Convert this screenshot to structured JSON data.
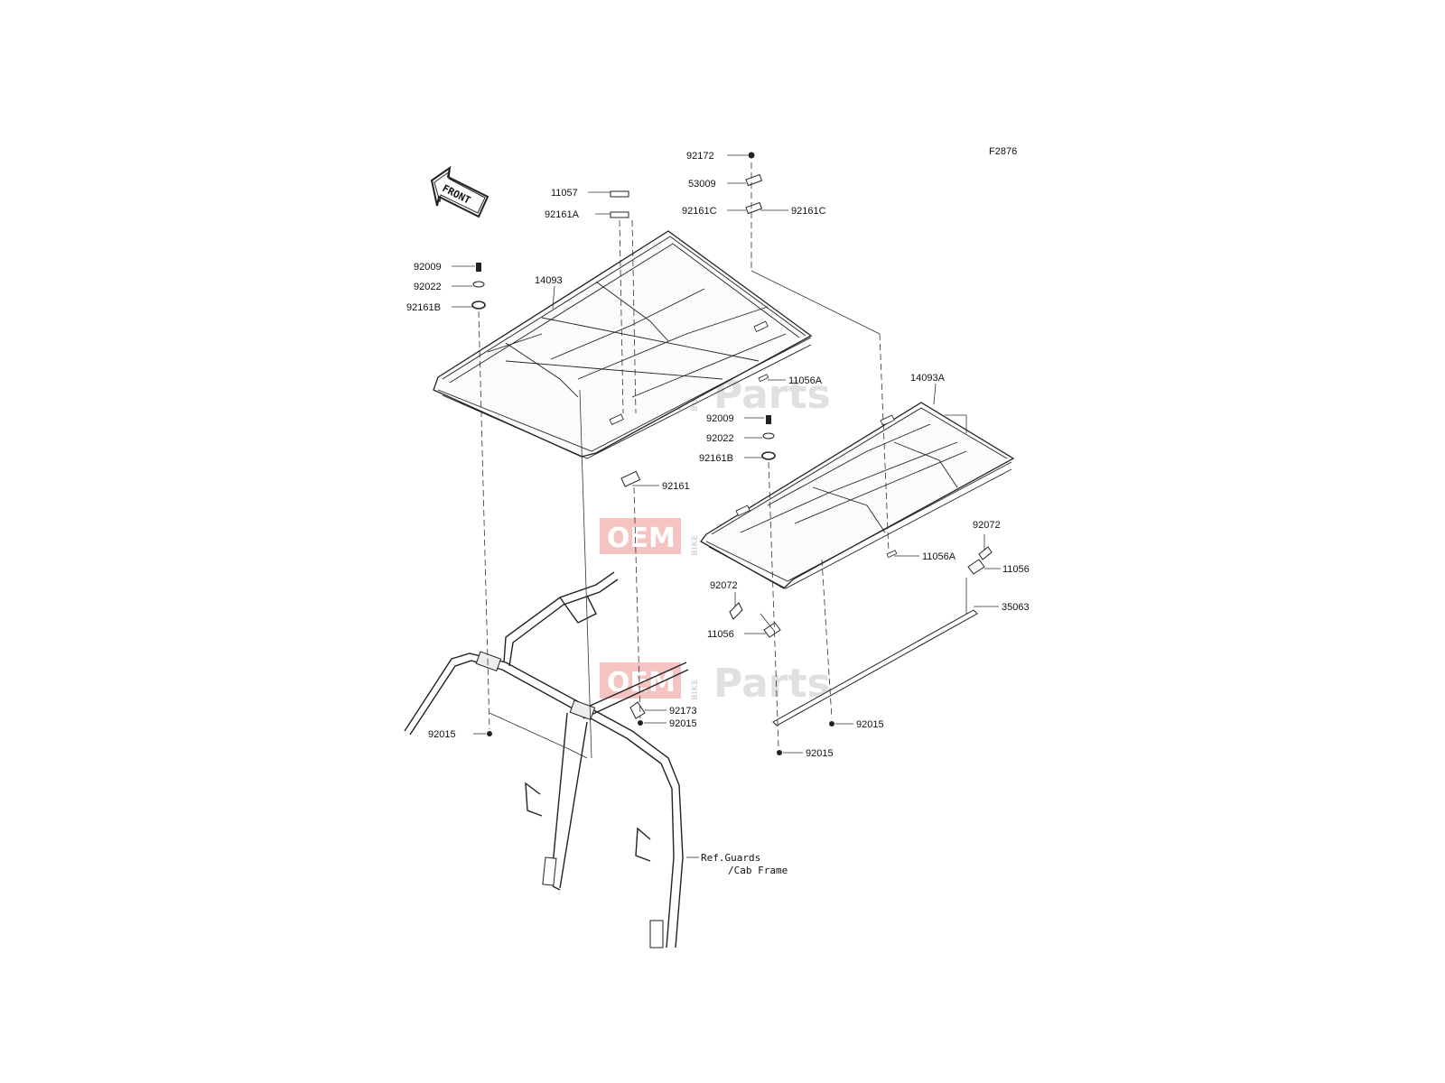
{
  "diagram_code": "F2876",
  "front_arrow_label": "FRONT",
  "watermark": {
    "word1": "OEM",
    "word2": "BIKE",
    "word3": "Parts",
    "color": "#e23b3b"
  },
  "parts": [
    {
      "id": "p1",
      "label": "92172"
    },
    {
      "id": "p2",
      "label": "53009"
    },
    {
      "id": "p3",
      "label": "92161C"
    },
    {
      "id": "p4",
      "label": "92161C"
    },
    {
      "id": "p5",
      "label": "11057"
    },
    {
      "id": "p6",
      "label": "92161A"
    },
    {
      "id": "p7",
      "label": "92009"
    },
    {
      "id": "p8",
      "label": "92022"
    },
    {
      "id": "p9",
      "label": "92161B"
    },
    {
      "id": "p10",
      "label": "14093"
    },
    {
      "id": "p11",
      "label": "11056A"
    },
    {
      "id": "p12",
      "label": "14093A"
    },
    {
      "id": "p13",
      "label": "92009"
    },
    {
      "id": "p14",
      "label": "92022"
    },
    {
      "id": "p15",
      "label": "92161B"
    },
    {
      "id": "p16",
      "label": "92161"
    },
    {
      "id": "p17",
      "label": "92072"
    },
    {
      "id": "p18",
      "label": "11056A"
    },
    {
      "id": "p19",
      "label": "11056"
    },
    {
      "id": "p20",
      "label": "35063"
    },
    {
      "id": "p21",
      "label": "92072"
    },
    {
      "id": "p22",
      "label": "11056"
    },
    {
      "id": "p23",
      "label": "92173"
    },
    {
      "id": "p24",
      "label": "92015"
    },
    {
      "id": "p25",
      "label": "92015"
    },
    {
      "id": "p26",
      "label": "92015"
    },
    {
      "id": "p27",
      "label": "92015"
    }
  ],
  "reference": {
    "line1": "Ref.Guards",
    "line2": "/Cab Frame"
  }
}
